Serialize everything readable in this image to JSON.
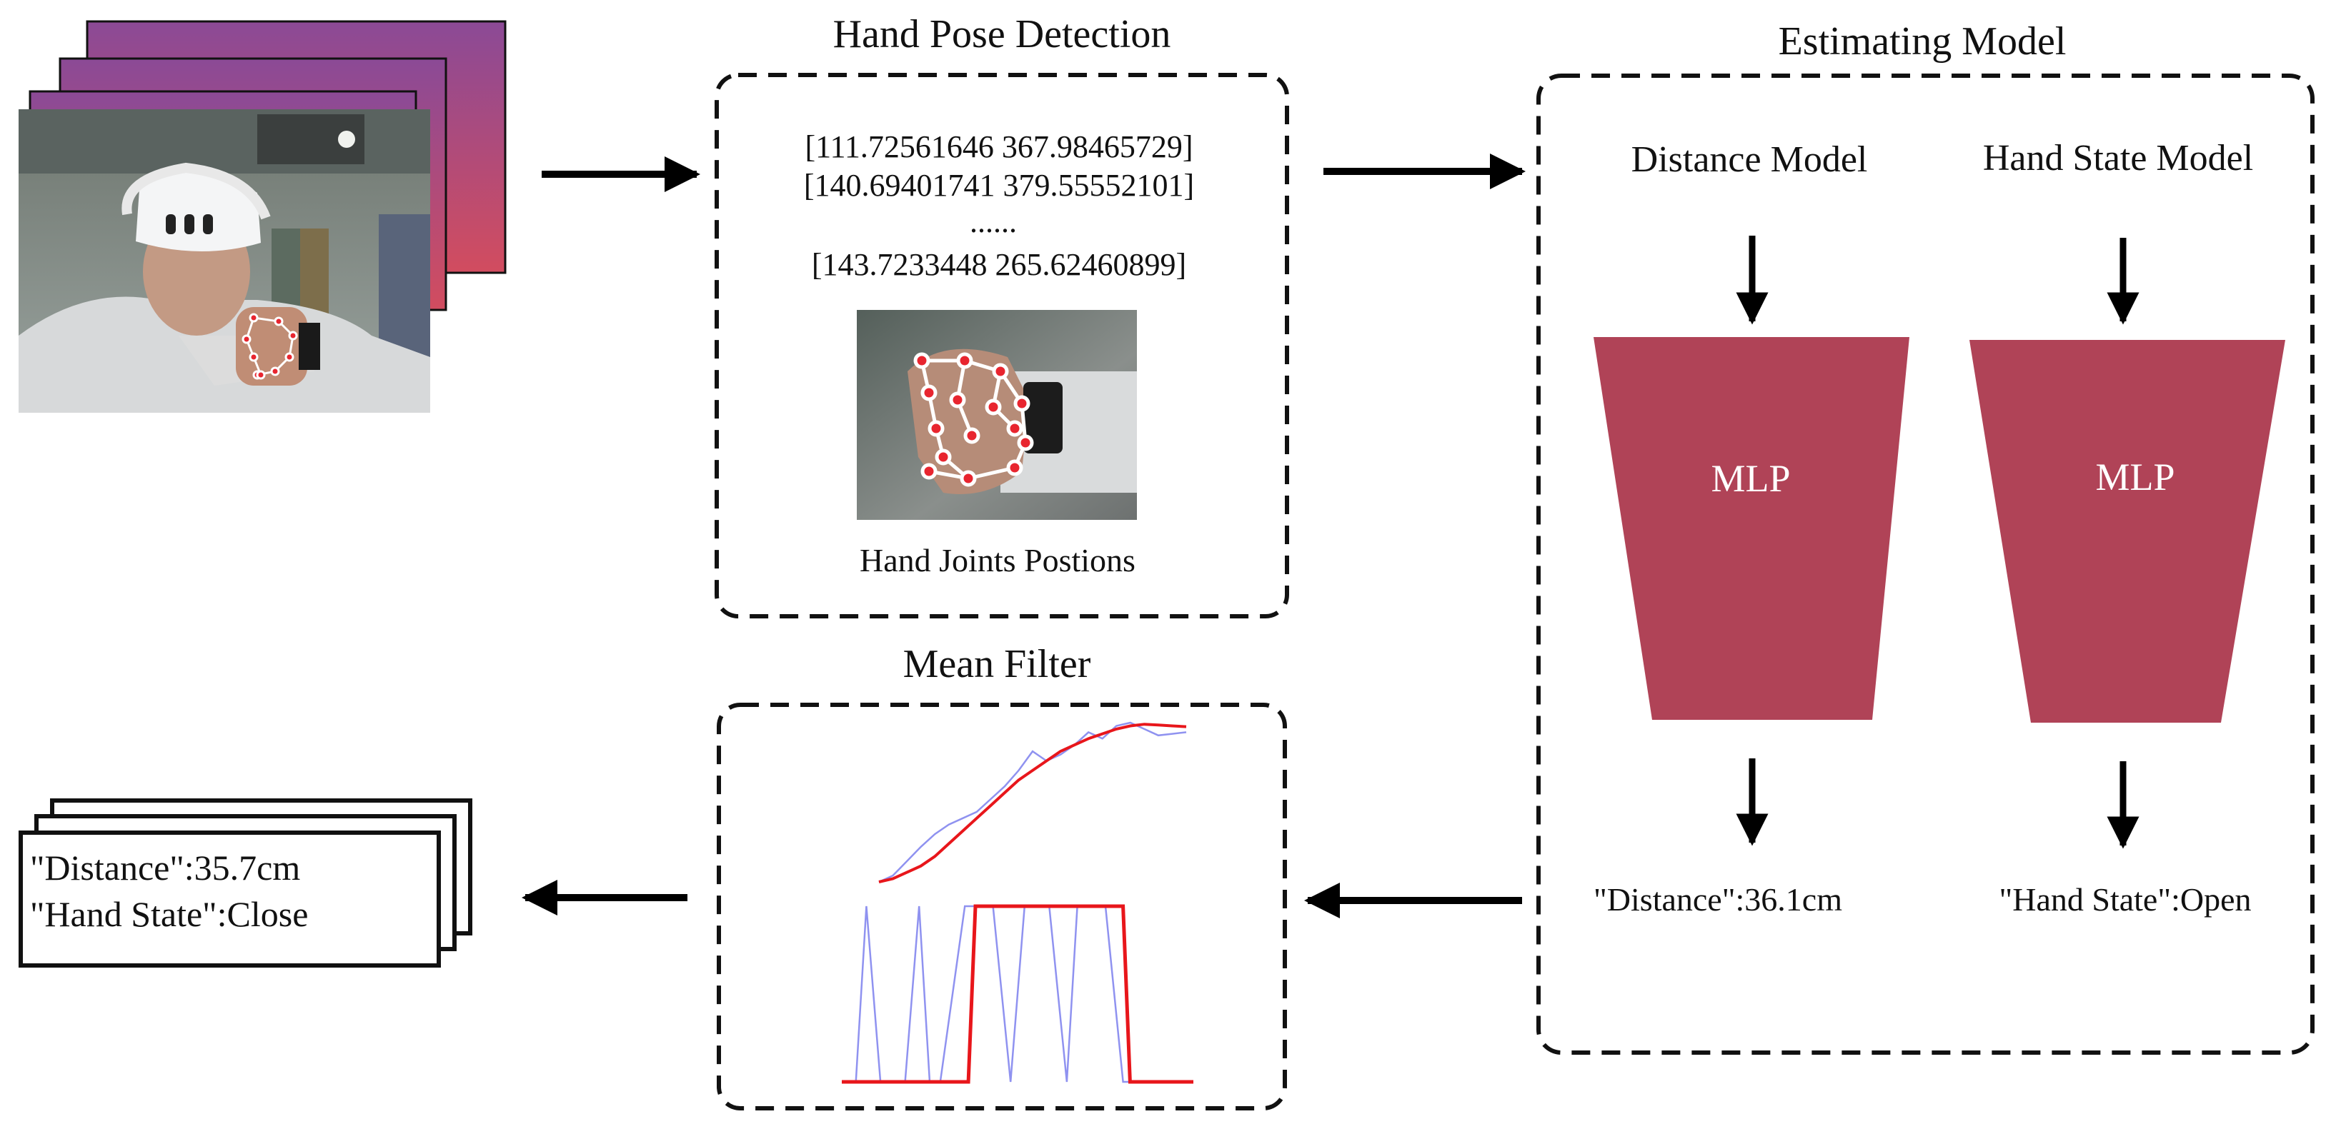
{
  "colors": {
    "mlp_fill": "#b04357",
    "stack_gradient_top": "#8b4a96",
    "stack_gradient_bottom": "#d24c5f",
    "raw_signal": "#8f92f0",
    "filtered_signal": "#e8161b",
    "joint_dot": "#e8252f",
    "bone_line": "#ffffff"
  },
  "input_stack": {
    "photo_alt": "camera frame of a person wearing a VR headset making a fist with detected hand joints"
  },
  "hand_pose_detection": {
    "title": "Hand Pose Detection",
    "coord_lines": [
      "[111.72561646 367.98465729]",
      "[140.69401741 379.55552101]",
      "......",
      "[143.7233448  265.62460899]"
    ],
    "caption": "Hand Joints Postions"
  },
  "estimating_model": {
    "title": "Estimating Model",
    "distance_model": {
      "title": "Distance Model",
      "block_label": "MLP",
      "output": "\"Distance\":36.1cm"
    },
    "hand_state_model": {
      "title": "Hand State Model",
      "block_label": "MLP",
      "output": "\"Hand State\":Open"
    }
  },
  "mean_filter": {
    "title": "Mean Filter",
    "distance_signal": {
      "raw": [
        0,
        0.04,
        0.13,
        0.22,
        0.3,
        0.36,
        0.4,
        0.44,
        0.52,
        0.6,
        0.7,
        0.82,
        0.76,
        0.8,
        0.86,
        0.94,
        0.9,
        0.98,
        1.0,
        0.96,
        0.92,
        0.93,
        0.94
      ],
      "filtered": [
        0,
        0.02,
        0.06,
        0.1,
        0.16,
        0.24,
        0.32,
        0.4,
        0.48,
        0.56,
        0.64,
        0.7,
        0.76,
        0.82,
        0.86,
        0.9,
        0.93,
        0.96,
        0.98,
        0.99,
        0.985,
        0.98,
        0.975
      ]
    },
    "state_signal": {
      "raw": [
        [
          0,
          0
        ],
        [
          0.04,
          0
        ],
        [
          0.07,
          1
        ],
        [
          0.11,
          0
        ],
        [
          0.18,
          0
        ],
        [
          0.22,
          1
        ],
        [
          0.25,
          0
        ],
        [
          0.28,
          0
        ],
        [
          0.35,
          1
        ],
        [
          0.43,
          1
        ],
        [
          0.48,
          0
        ],
        [
          0.52,
          1
        ],
        [
          0.59,
          1
        ],
        [
          0.64,
          0
        ],
        [
          0.67,
          1
        ],
        [
          0.75,
          1
        ],
        [
          0.8,
          0
        ],
        [
          1,
          0
        ]
      ],
      "filtered": [
        [
          0,
          0
        ],
        [
          0.36,
          0
        ],
        [
          0.38,
          1
        ],
        [
          0.8,
          1
        ],
        [
          0.82,
          0
        ],
        [
          1,
          0
        ]
      ]
    }
  },
  "output_stack": {
    "lines": [
      "\"Distance\":35.7cm",
      "\"Hand State\":Close"
    ]
  }
}
